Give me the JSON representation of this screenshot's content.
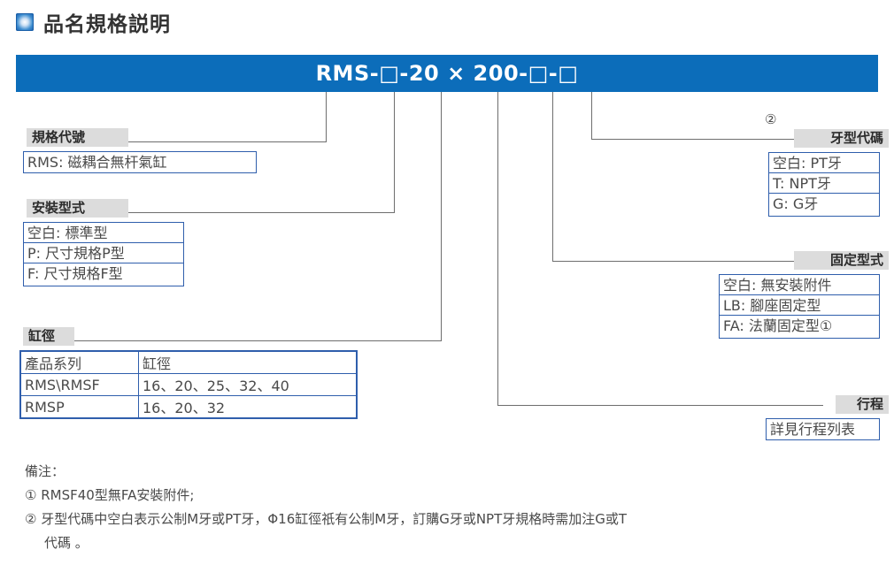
{
  "page": {
    "title": "品名規格説明",
    "title_icon": "blue-square-icon"
  },
  "model_bar": {
    "code": "RMS-□-20 × 200-□-□",
    "color": "#0c6dba"
  },
  "sections": {
    "spec_code": {
      "label": "規格代號",
      "options": [
        "RMS: 磁耦合無杆氣缸"
      ]
    },
    "mounting_type": {
      "label": "安裝型式",
      "options": [
        "空白: 標準型",
        "P: 尺寸規格P型",
        "F: 尺寸規格F型"
      ]
    },
    "bore": {
      "label": "缸徑",
      "headers": [
        "產品系列",
        "缸徑"
      ],
      "rows": [
        [
          "RMS\\RMSF",
          "16、20、25、32、40"
        ],
        [
          "RMSP",
          "16、20、32"
        ]
      ]
    },
    "thread_code": {
      "label": "牙型代碼",
      "marker": "②",
      "options": [
        "空白: PT牙",
        "T: NPT牙",
        "G: G牙"
      ]
    },
    "fixing_type": {
      "label": "固定型式",
      "options": [
        "空白: 無安裝附件",
        "LB: 腳座固定型",
        "FA: 法蘭固定型①"
      ]
    },
    "stroke": {
      "label": "行程",
      "options": [
        "詳見行程列表"
      ]
    }
  },
  "notes": {
    "heading": "備注：",
    "items": [
      "① RMSF40型無FA安裝附件;",
      "② 牙型代碼中空白表示公制M牙或PT牙，Φ16缸徑祇有公制M牙，訂購G牙或NPT牙規格時需加注G或T",
      "代碼 。"
    ]
  },
  "colors": {
    "bar_blue": "#0c6dba",
    "box_border": "#2f5eac",
    "chip_bg": "#dcdcdc",
    "leader": "#6e6e6e"
  }
}
